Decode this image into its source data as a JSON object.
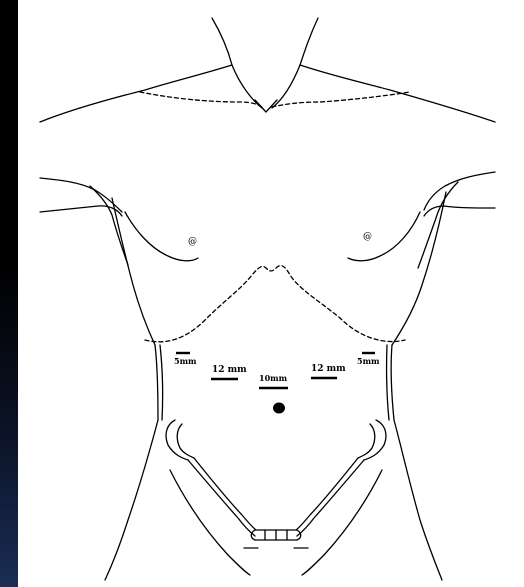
{
  "diagram": {
    "ports": [
      {
        "id": "left-5mm",
        "label": "5mm"
      },
      {
        "id": "left-12mm",
        "label": "12 mm"
      },
      {
        "id": "center-10mm",
        "label": "10mm"
      },
      {
        "id": "right-12mm",
        "label": "12 mm"
      },
      {
        "id": "right-5mm",
        "label": "5mm"
      }
    ],
    "nipple_marks": [
      "@",
      "@"
    ]
  },
  "colors": {
    "background": "#000000",
    "panel": "#ffffff",
    "line": "#000000",
    "bottom_glow": "#1a2d55"
  }
}
